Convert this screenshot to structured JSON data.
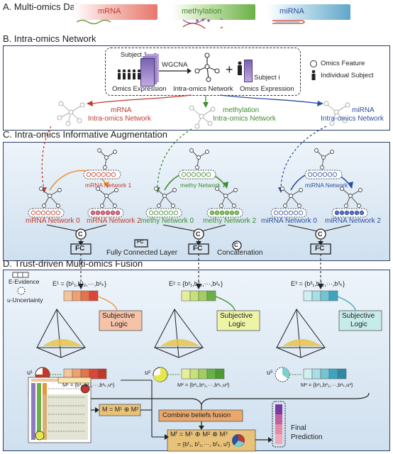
{
  "sections": {
    "a": "A. Multi-omics Data",
    "b": "B. Intra-omics Network",
    "c": "C. Intra-omics Informative Augmentation",
    "d": "D. Trust-driven Multi-omics Fusion"
  },
  "omics": {
    "mrna": "mRNA",
    "methylation": "methylation",
    "mirna": "miRNA"
  },
  "net_b": {
    "subject_range": "Subject 1···n",
    "wgcna": "WGCNA",
    "omics_expression": "Omics Expression",
    "intra_omics_network": "Intra-omics Network",
    "plus": "+",
    "subject_i": "Subject i",
    "omics_expression_2": "Omics Expression",
    "legend_feature": "Omics Feature",
    "legend_subject": "Individual Subject",
    "mrna_net_1": "mRNA",
    "mrna_net_2": "Intra-omics Network",
    "meth_net_1": "methylation",
    "meth_net_2": "Intra-omics Network",
    "mirna_net_1": "miRNA",
    "mirna_net_2": "Intra-omics Network"
  },
  "aug_c": {
    "mrna_net1": "mRNA Network 1",
    "mrna_net0": "mRNA Network 0",
    "mrna_net2": "mRNA Network 2",
    "meth_net1": "methy Network 1",
    "meth_net0": "methy Network 0",
    "meth_net2": "methy Network 2",
    "mirna_net1": "miRNA Network 1",
    "mirna_net0": "miRNA Network 0",
    "mirna_net2": "miRNA Network 2",
    "concat_symbol": "C",
    "fc": "FC",
    "fc_legend": "Fully Connected Layer",
    "concat_legend": "Concatenation"
  },
  "fusion_d": {
    "e_evidence": "E-Evidence",
    "u_uncertainty": "u-Uncertainty",
    "e1": "E¹ = {b¹₁,b¹₂,···,b¹ₖ}",
    "e2": "E² = {b²₁,b²₂,···,b²ₖ}",
    "e3": "E³ = {b³₁,b³₂,···,b³ₖ}",
    "subjective_logic_1": "Subjective",
    "subjective_logic_2": "Logic",
    "u1": "u¹",
    "u2": "u²",
    "u3": "u³",
    "m1": "M¹ = {b¹₁,b¹₂,···,b¹ₖ,u¹}",
    "m2": "M² = {b²₁,b²₂,···,b²ₖ,u²}",
    "m3": "M³ = {b³₁,b³₂,···,b³ₖ,u³}",
    "combine": "Combine beliefs fusion",
    "m_eq": "M = M¹ ⊕ M²",
    "mf_eq1": "Mᶠ = M¹ ⊕ M² ⊕ M³",
    "mf_eq2": "= {bᶠ₁, bᶠ₂,···, bᶠₖ, uᶠ}",
    "final_1": "Final",
    "final_2": "Prediction"
  },
  "colors": {
    "mrna": "#c0392b",
    "methylation": "#3d8b2f",
    "mirna": "#2c4f9e",
    "panel_border": "#2c3e66",
    "panel_bg": "#dbe8f4",
    "combine": "#e9a86b",
    "mf_box": "#e9c27a"
  }
}
